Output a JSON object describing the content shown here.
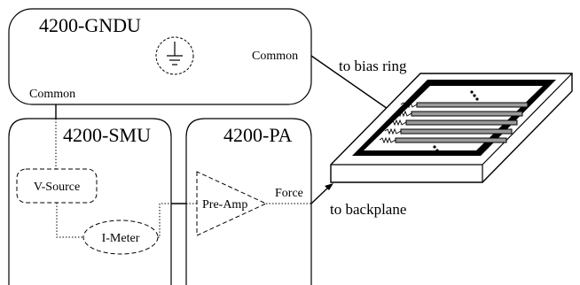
{
  "gndu": {
    "title": "4200-GNDU",
    "common_right": "Common",
    "common_bottom": "Common"
  },
  "smu": {
    "title": "4200-SMU",
    "v_source": "V-Source",
    "i_meter": "I-Meter"
  },
  "pa": {
    "title": "4200-PA",
    "pre_amp": "Pre-Amp",
    "force": "Force"
  },
  "annotations": {
    "bias_ring": "to bias ring",
    "backplane": "to backplane"
  },
  "icons": {
    "ground": "ground-symbol-icon"
  }
}
